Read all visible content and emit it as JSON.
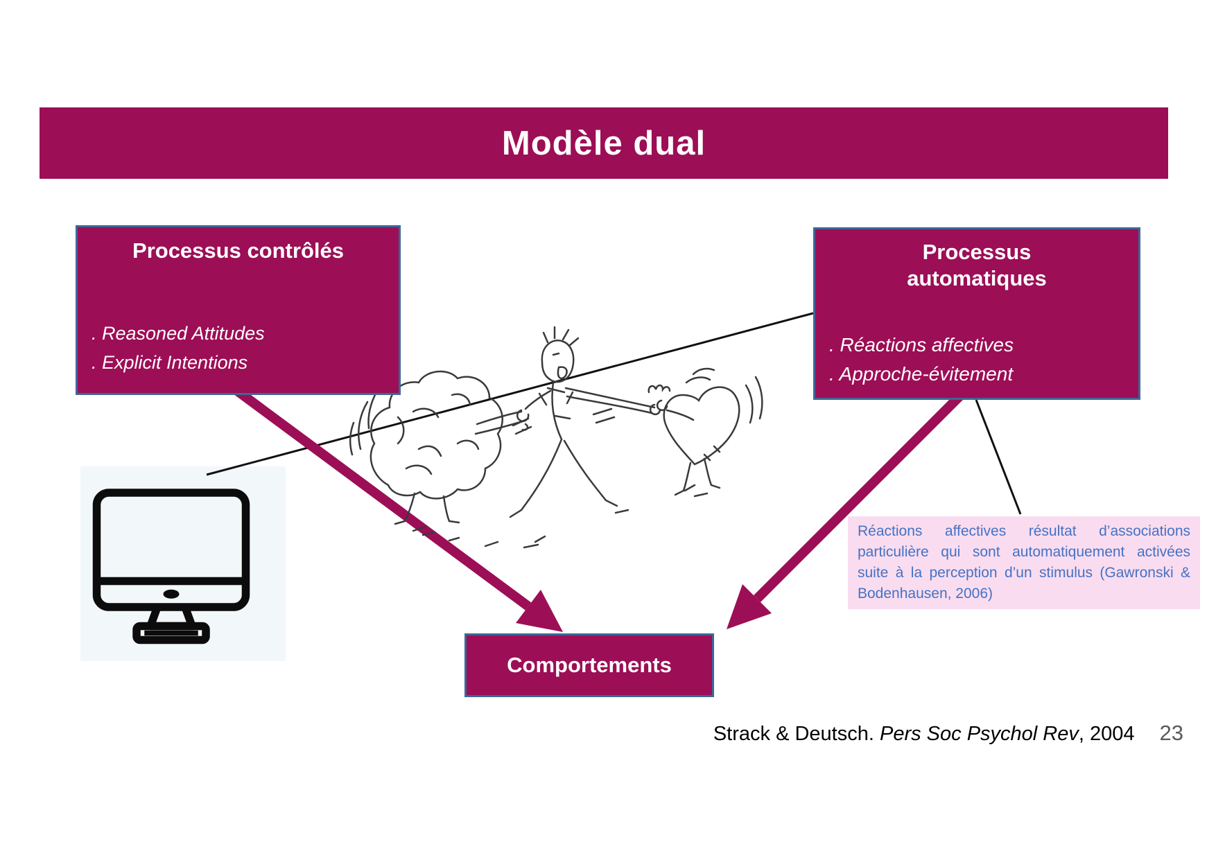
{
  "slide": {
    "title": "Modèle dual",
    "page_number": "23",
    "citation": {
      "prefix": "Strack & Deutsch. ",
      "journal": "Pers Soc Psychol Rev",
      "suffix": ", 2004"
    }
  },
  "boxes": {
    "controlled": {
      "title": "Processus contrôlés",
      "items": [
        ". Reasoned Attitudes",
        ". Explicit Intentions"
      ]
    },
    "automatic": {
      "title": "Processus automatiques",
      "items": [
        ". Réactions affectives",
        ". Approche-évitement"
      ]
    },
    "behavior": {
      "title": "Comportements"
    }
  },
  "note": {
    "text": "Réactions affectives résultat d’associations particulière qui sont automatiquement activées suite à la perception d’un stimulus (Gawronski & Bodenhausen, 2006)"
  },
  "illustration": {
    "description": "cartoon of a brain and a heart playing tug-of-war with a man",
    "monitor_icon": "computer-monitor-icon"
  },
  "colors": {
    "magenta": "#9C0E56",
    "box_border_blue": "#3F6697",
    "note_background": "#FADCF0",
    "note_text_blue": "#4472C4",
    "page_number_gray": "#595959",
    "monitor_panel": "#F2F7FA"
  }
}
